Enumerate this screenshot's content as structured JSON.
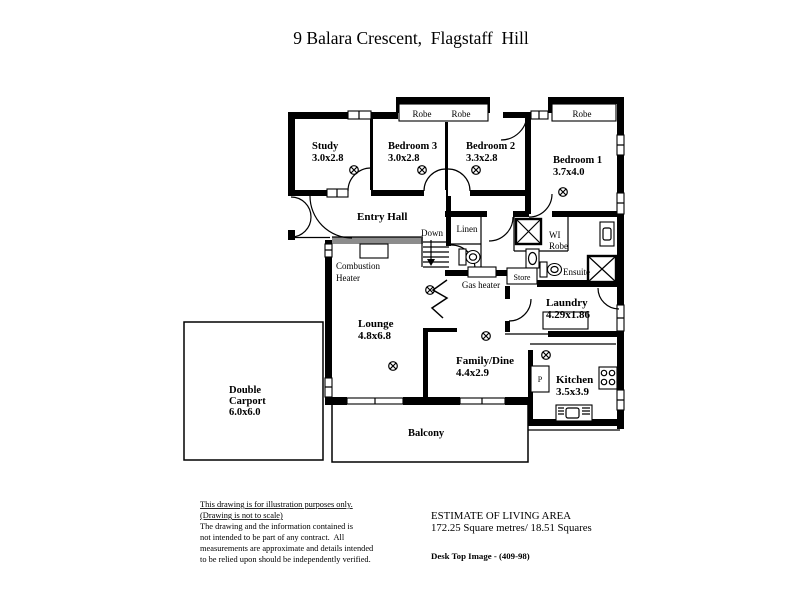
{
  "title": "9 Balara Crescent,  Flagstaff  Hill",
  "plan": {
    "rooms": {
      "study": {
        "name": "Study",
        "dims": "3.0x2.8"
      },
      "bedroom3": {
        "name": "Bedroom 3",
        "dims": "3.0x2.8"
      },
      "bedroom2": {
        "name": "Bedroom 2",
        "dims": "3.3x2.8"
      },
      "bedroom1": {
        "name": "Bedroom 1",
        "dims": "3.7x4.0"
      },
      "entry_hall": {
        "name": "Entry Hall"
      },
      "lounge": {
        "name": "Lounge",
        "dims": "4.8x6.8"
      },
      "family_dine": {
        "name": "Family/Dine",
        "dims": "4.4x2.9"
      },
      "kitchen": {
        "name": "Kitchen",
        "dims": "3.5x3.9"
      },
      "laundry": {
        "name": "Laundry",
        "dims": "4.29x1.86"
      },
      "carport": {
        "name_line1": "Double",
        "name_line2": "Carport",
        "dims": "6.0x6.0"
      },
      "balcony": {
        "name": "Balcony"
      }
    },
    "fixtures": {
      "robe_bed3": "Robe",
      "robe_bed2": "Robe",
      "robe_bed1": "Robe",
      "linen": "Linen",
      "down": "Down",
      "combustion_line1": "Combustion",
      "combustion_line2": "Heater",
      "gas_heater": "Gas heater",
      "store": "Store",
      "wi_robe_line1": "WI",
      "wi_robe_line2": "Robe",
      "ensuite": "Ensuite",
      "pantry": "P"
    }
  },
  "footer": {
    "disclaimer": {
      "line1": "This drawing is for illustration purposes only.",
      "line2": "(Drawing is not to scale)",
      "line3": "The drawing and the information contained is",
      "line4": "not intended to be part of any contract.  All",
      "line5": "measurements are approximate and details intended",
      "line6": "to be relied upon should be independently verified."
    },
    "estimate": {
      "title": "ESTIMATE OF LIVING AREA",
      "value": "172.25 Square metres/ 18.51 Squares"
    },
    "credit": "Desk Top Image - (409-98)"
  },
  "colors": {
    "wall": "#000000",
    "background": "#ffffff",
    "shade": "#8c8c8c"
  }
}
